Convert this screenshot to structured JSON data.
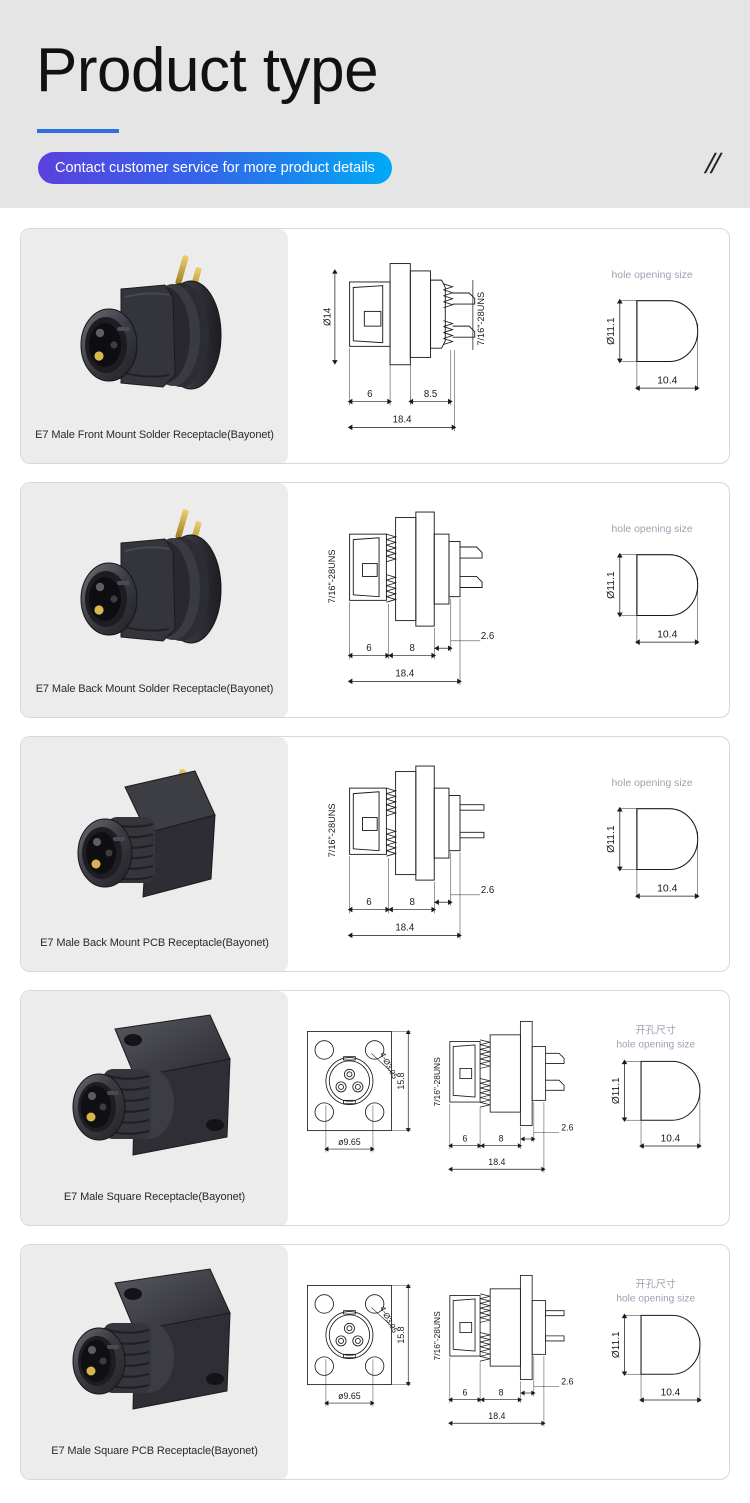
{
  "header": {
    "title": "Product type",
    "cta_label": "Contact customer service for more product details",
    "slash_mark": "//",
    "accent_rule_color": "#2f6fe0",
    "cta_gradient_from": "#5a41de",
    "cta_gradient_to": "#00aaf5",
    "band_color": "#e5e5e5"
  },
  "hole_label": {
    "cn": "开孔尺寸",
    "en": "hole opening size",
    "color": "#9aa3b0"
  },
  "cards": [
    {
      "caption": "E7 Male Front Mount Solder Receptacle(Bayonet)",
      "drawing": "front-mount-solder",
      "dims": {
        "diameter": "Ø14",
        "thread": "7/16\"-28UNS",
        "d1": "6",
        "d2": "8.5",
        "total": "18.4",
        "tail": "",
        "hole_d": "Ø11.1",
        "hole_w": "10.4"
      },
      "hole_cn_visible": false
    },
    {
      "caption": "E7 Male Back Mount Solder Receptacle(Bayonet)",
      "drawing": "back-mount-solder",
      "dims": {
        "diameter": "",
        "thread": "7/16\"-28UNS",
        "d1": "6",
        "d2": "8",
        "total": "18.4",
        "tail": "2.6",
        "hole_d": "Ø11.1",
        "hole_w": "10.4"
      },
      "hole_cn_visible": false
    },
    {
      "caption": "E7 Male Back Mount PCB Receptacle(Bayonet)",
      "drawing": "back-mount-pcb",
      "dims": {
        "diameter": "",
        "thread": "7/16\"-28UNS",
        "d1": "6",
        "d2": "8",
        "total": "18.4",
        "tail": "2.6",
        "hole_d": "Ø11.1",
        "hole_w": "10.4"
      },
      "hole_cn_visible": false
    },
    {
      "caption": "E7 Male Square Receptacle(Bayonet)",
      "drawing": "square-solder",
      "dims": {
        "diameter": "",
        "thread": "7/16\"-28UNS",
        "d1": "6",
        "d2": "8",
        "total": "18.4",
        "tail": "2.6",
        "hole_d": "Ø11.1",
        "hole_w": "10.4",
        "flange_h": "15.8",
        "flange_holes": "4-Ø3.05",
        "bore": "ø9.65"
      },
      "hole_cn_visible": true
    },
    {
      "caption": "E7 Male Square PCB Receptacle(Bayonet)",
      "drawing": "square-pcb",
      "dims": {
        "diameter": "",
        "thread": "7/16\"-28UNS",
        "d1": "6",
        "d2": "8",
        "total": "18.4",
        "tail": "2.6",
        "hole_d": "Ø11.1",
        "hole_w": "10.4",
        "flange_h": "15.8",
        "flange_holes": "4-Ø3.05",
        "bore": "ø9.65"
      },
      "hole_cn_visible": true
    }
  ]
}
